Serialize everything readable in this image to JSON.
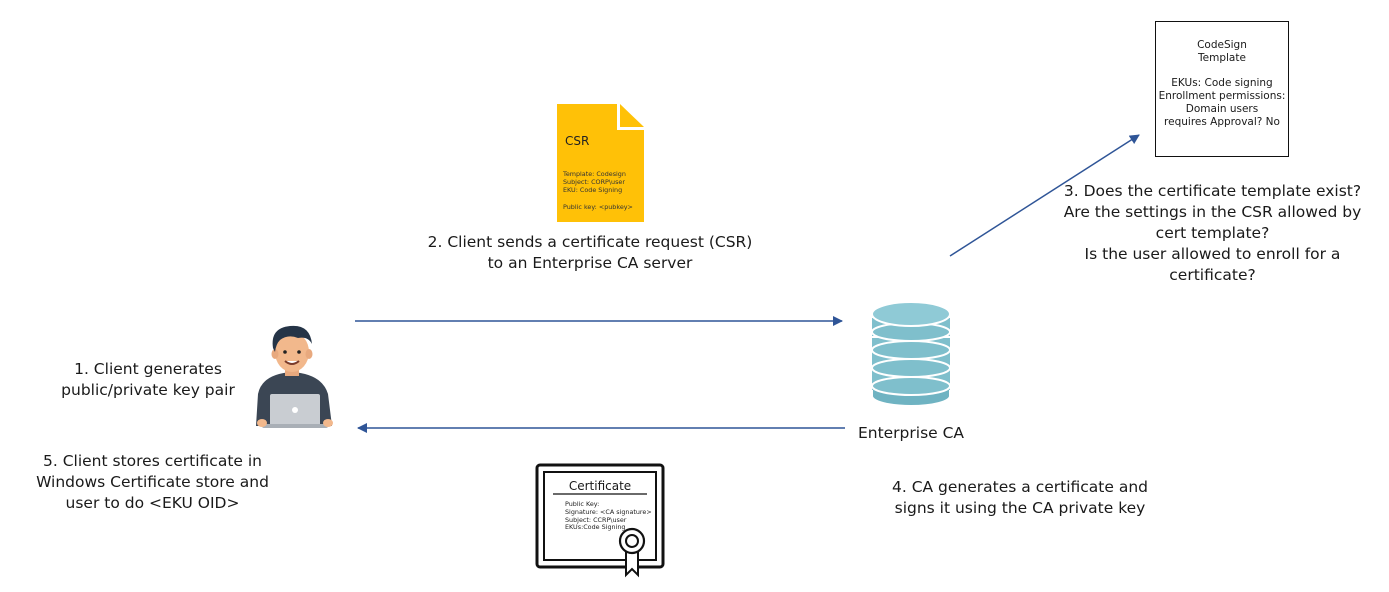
{
  "template_box": {
    "title_line1": "CodeSign",
    "title_line2": "Template",
    "line1": "EKUs: Code signing",
    "line2": "Enrollment permissions:",
    "line3": "Domain users",
    "line4": "requires Approval? No"
  },
  "csr": {
    "title": "CSR",
    "template": "Template: Codesign",
    "subject": "Subject: CORP\\user",
    "eku": "EKU: Code Signing",
    "pubkey": "Public key: <pubkey>",
    "color": "#FFC107"
  },
  "step2": {
    "line1": "2. Client sends a certificate request (CSR)",
    "line2": "to an Enterprise CA server"
  },
  "step3": {
    "line1": "3. Does the certificate template exist?",
    "line2": "Are the settings in the CSR allowed by",
    "line3": "cert template?",
    "line4": "Is the user allowed to enroll for a",
    "line5": "certificate?"
  },
  "step1": {
    "line1": "1. Client generates",
    "line2": "public/private key pair"
  },
  "step5": {
    "line1": "5. Client stores certificate in",
    "line2": "Windows Certificate store and",
    "line3": "user to do <EKU OID>"
  },
  "step4": {
    "line1": "4. CA generates a certificate and",
    "line2": "signs it using the CA private key"
  },
  "ca_label": "Enterprise CA",
  "certificate": {
    "title": "Certificate",
    "public_key": "Public Key:",
    "signature": "Signature: <CA signature>",
    "subject": "Subject: CCRP\\user",
    "ekus": "EKUs:Code Signing"
  },
  "colors": {
    "arrow": "#2F5597",
    "database": "#7FBFCC",
    "database_dark": "#5BA3B3"
  }
}
